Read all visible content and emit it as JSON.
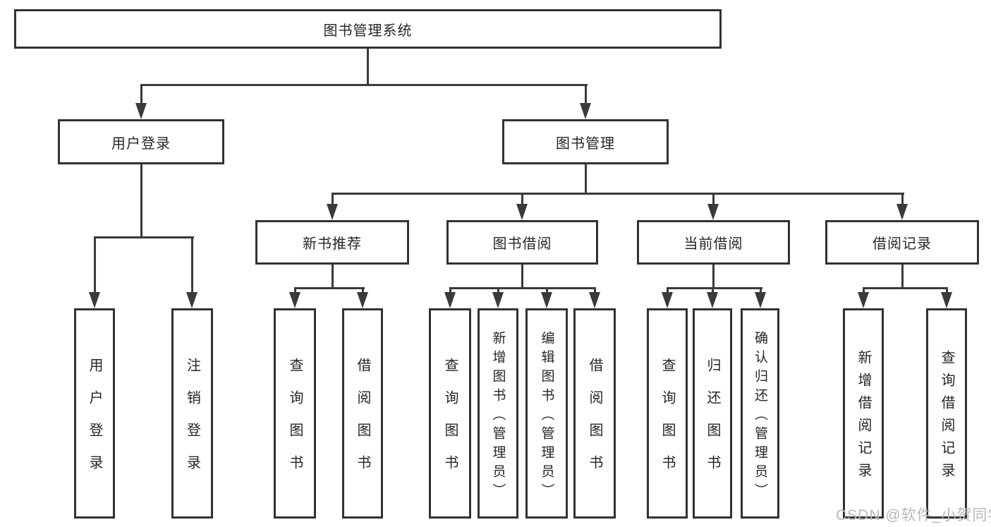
{
  "colors": {
    "line": "#3a3a3a",
    "box_border": "#323232",
    "text": "#262626",
    "watermark": "#b9b9b9",
    "background": "#ffffff"
  },
  "watermark": {
    "text": "CSDN @软件_小贺同学"
  },
  "nodes": {
    "root": {
      "label": "图书管理系统"
    },
    "user_login": {
      "label": "用户登录"
    },
    "book_management": {
      "label": "图书管理"
    },
    "new_book_recommend": {
      "label": "新书推荐"
    },
    "book_borrowing": {
      "label": "图书借阅"
    },
    "current_borrowing": {
      "label": "当前借阅"
    },
    "borrowing_records": {
      "label": "借阅记录"
    },
    "leaves": [
      {
        "label": "用户登录"
      },
      {
        "label": "注销登录"
      },
      {
        "label": "查询图书"
      },
      {
        "label": "借阅图书"
      },
      {
        "label": "查询图书"
      },
      {
        "label": "新增图书（管理员）"
      },
      {
        "label": "编辑图书（管理员）"
      },
      {
        "label": "借阅图书"
      },
      {
        "label": "查询图书"
      },
      {
        "label": "归还图书"
      },
      {
        "label": "确认归还（管理员）"
      },
      {
        "label": "新增借阅记录"
      },
      {
        "label": "查询借阅记录"
      }
    ]
  }
}
